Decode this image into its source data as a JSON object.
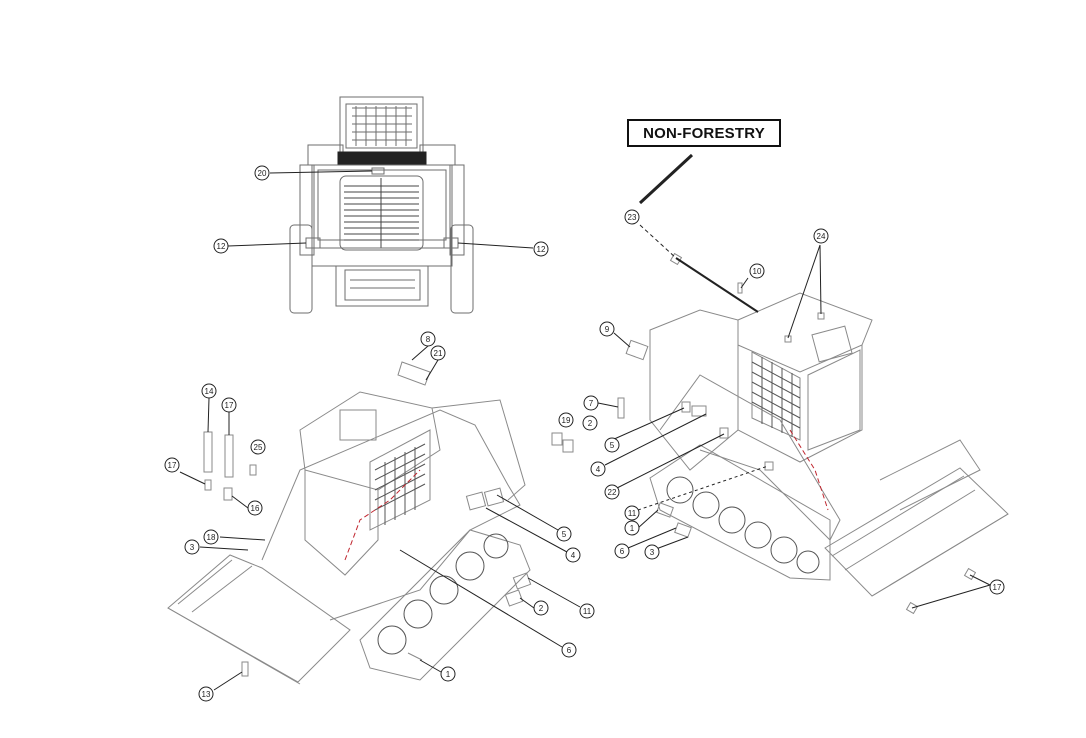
{
  "banner": {
    "text": "NON-FORESTRY"
  },
  "colors": {
    "line": "#6d6d6d",
    "dark": "#222222",
    "accent": "#c0262f"
  },
  "rear_callouts": [
    {
      "id": "rear-20",
      "text": "20"
    },
    {
      "id": "rear-12-left",
      "text": "12"
    },
    {
      "id": "rear-12-right",
      "text": "12"
    }
  ],
  "left_callouts": [
    {
      "id": "l-8",
      "text": "8"
    },
    {
      "id": "l-21",
      "text": "21"
    },
    {
      "id": "l-14",
      "text": "14"
    },
    {
      "id": "l-17a",
      "text": "17"
    },
    {
      "id": "l-25",
      "text": "25"
    },
    {
      "id": "l-17b",
      "text": "17"
    },
    {
      "id": "l-16",
      "text": "16"
    },
    {
      "id": "l-18",
      "text": "18"
    },
    {
      "id": "l-3",
      "text": "3"
    },
    {
      "id": "l-5",
      "text": "5"
    },
    {
      "id": "l-4",
      "text": "4"
    },
    {
      "id": "l-11",
      "text": "11"
    },
    {
      "id": "l-2",
      "text": "2"
    },
    {
      "id": "l-6",
      "text": "6"
    },
    {
      "id": "l-1",
      "text": "1"
    },
    {
      "id": "l-13",
      "text": "13"
    }
  ],
  "right_callouts": [
    {
      "id": "r-23",
      "text": "23"
    },
    {
      "id": "r-24",
      "text": "24"
    },
    {
      "id": "r-10",
      "text": "10"
    },
    {
      "id": "r-9",
      "text": "9"
    },
    {
      "id": "r-7",
      "text": "7"
    },
    {
      "id": "r-19",
      "text": "19"
    },
    {
      "id": "r-2",
      "text": "2"
    },
    {
      "id": "r-5",
      "text": "5"
    },
    {
      "id": "r-4",
      "text": "4"
    },
    {
      "id": "r-22",
      "text": "22"
    },
    {
      "id": "r-11",
      "text": "11"
    },
    {
      "id": "r-1",
      "text": "1"
    },
    {
      "id": "r-6",
      "text": "6"
    },
    {
      "id": "r-3",
      "text": "3"
    },
    {
      "id": "r-17",
      "text": "17"
    }
  ]
}
